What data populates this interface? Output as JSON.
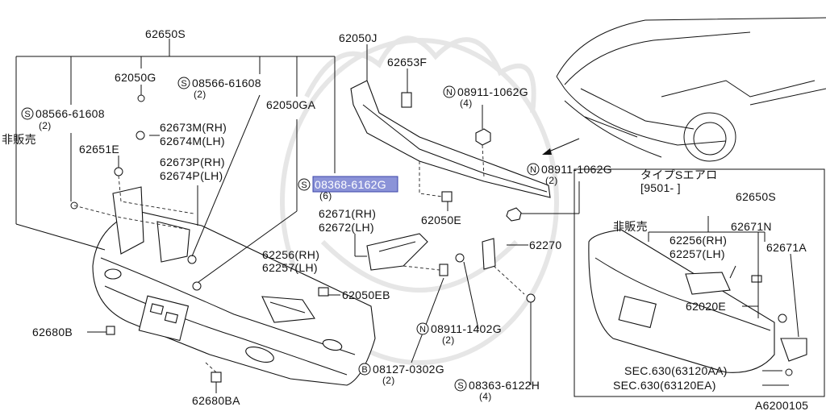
{
  "diagram_id": "A6200105",
  "inset_heading": {
    "line1": "タイプSエアロ",
    "line2": "[9501-      ]"
  },
  "labels": {
    "p62650S": "62650S",
    "p62050G": "62050G",
    "s08566a": "08566-61608",
    "q2a": "(2)",
    "s08566b": "08566-61608",
    "q2b": "(2)",
    "hihanbai": "非販売",
    "p62673M": "62673M(RH)",
    "p62674M": "62674M(LH)",
    "p62651E": "62651E",
    "p62673P": "62673P(RH)",
    "p62674P": "62674P(LH)",
    "p62050GA": "62050GA",
    "p62050J": "62050J",
    "p62653F": "62653F",
    "n08911a": "08911-1062G",
    "q4a": "(4)",
    "n08911b": "08911-1062G",
    "q2c": "(2)",
    "s08368": "08368-6162G",
    "q6": "(6)",
    "p62671": "62671(RH)",
    "p62672": "62672(LH)",
    "p62050E": "62050E",
    "p62270": "62270",
    "p62256": "62256(RH)",
    "p62257": "62257(LH)",
    "p62050EB": "62050EB",
    "p62680B": "62680B",
    "n08911c": "08911-1402G",
    "q2d": "(2)",
    "b08127": "08127-0302G",
    "q2e": "(2)",
    "s08363": "08363-6122H",
    "q4b": "(4)",
    "p62680BA": "62680BA",
    "i62650S": "62650S",
    "ihihanbai": "非販売",
    "i62671N": "62671N",
    "i62256": "62256(RH)",
    "i62257": "62257(LH)",
    "i62671A": "62671A",
    "i62020E": "62020E",
    "sec1": "SEC.630(63120AA)",
    "sec2": "SEC.630(63120EA)"
  },
  "symbols": {
    "S": "S",
    "N": "N",
    "B": "B"
  },
  "highlight": {
    "part": "08368-6162G",
    "color": "#8b93d8"
  },
  "icons": [
    "bolt-icon",
    "clip-icon",
    "nut-icon",
    "arrow-icon",
    "car-icon",
    "bumper-icon"
  ]
}
